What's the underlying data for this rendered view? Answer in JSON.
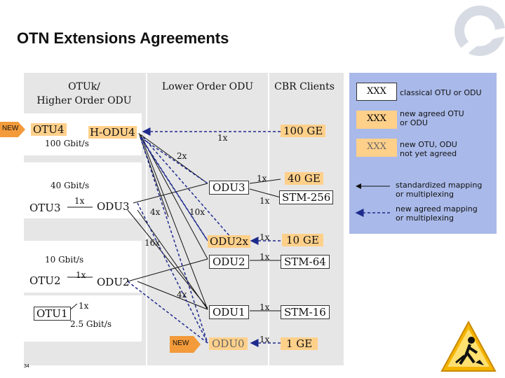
{
  "title": "OTN Extensions Agreements",
  "columns": {
    "otuk": "OTUk/\nHigher Order ODU",
    "lower": "Lower Order ODU",
    "cbr": "CBR Clients"
  },
  "new_label": "NEW",
  "left": {
    "otu4": "OTU4",
    "hodu4": "H-ODU4",
    "rate100": "100 Gbit/s",
    "rate40": "40 Gbit/s",
    "otu3": "OTU3",
    "odu3_left": "ODU3",
    "rate10": "10 Gbit/s",
    "otu2": "OTU2",
    "odu2_left": "ODU2",
    "otu1": "OTU1",
    "rate25": "2.5 Gbit/s"
  },
  "middle": {
    "odu3": "ODU3",
    "odu2x": "ODU2x",
    "odu2": "ODU2",
    "odu1": "ODU1",
    "odu0": "ODU0"
  },
  "clients": {
    "ge100": "100 GE",
    "ge40": "40 GE",
    "stm256": "STM-256",
    "ge10": "10 GE",
    "stm64": "STM-64",
    "stm16": "STM-16",
    "ge1": "1 GE"
  },
  "multipliers": {
    "m_1x_otu3": "1x",
    "m_1x_otu2": "1x",
    "m_1x_otu1": "1x",
    "m_1x_100ge": "1x",
    "m_2x": "2x",
    "m_4x_a": "4x",
    "m_10x": "10x",
    "m_16x": "16x",
    "m_4x_b": "4x",
    "m_1x_40ge": "1x",
    "m_1x_stm256": "1x",
    "m_1x_10ge": "1x",
    "m_1x_stm64": "1x",
    "m_1x_stm16": "1x",
    "m_1x_1ge": "1x"
  },
  "legend": {
    "box1": "XXX",
    "box1_desc": "classical OTU or ODU",
    "box2": "XXX",
    "box2_desc": "new agreed OTU\nor ODU",
    "box3": "XXX",
    "box3_desc": "new OTU, ODU\nnot yet agreed",
    "line1_desc": "standardized mapping\nor multiplexing",
    "line2_desc": "new agreed mapping\nor multiplexing"
  },
  "page_number": "34",
  "colors": {
    "panel": "#e6e6e6",
    "legend_panel": "#a9b9e9",
    "new_arrow": "#f39a3a",
    "dashed_line": "#1e2a8c",
    "new_box": "#ffd08a"
  }
}
